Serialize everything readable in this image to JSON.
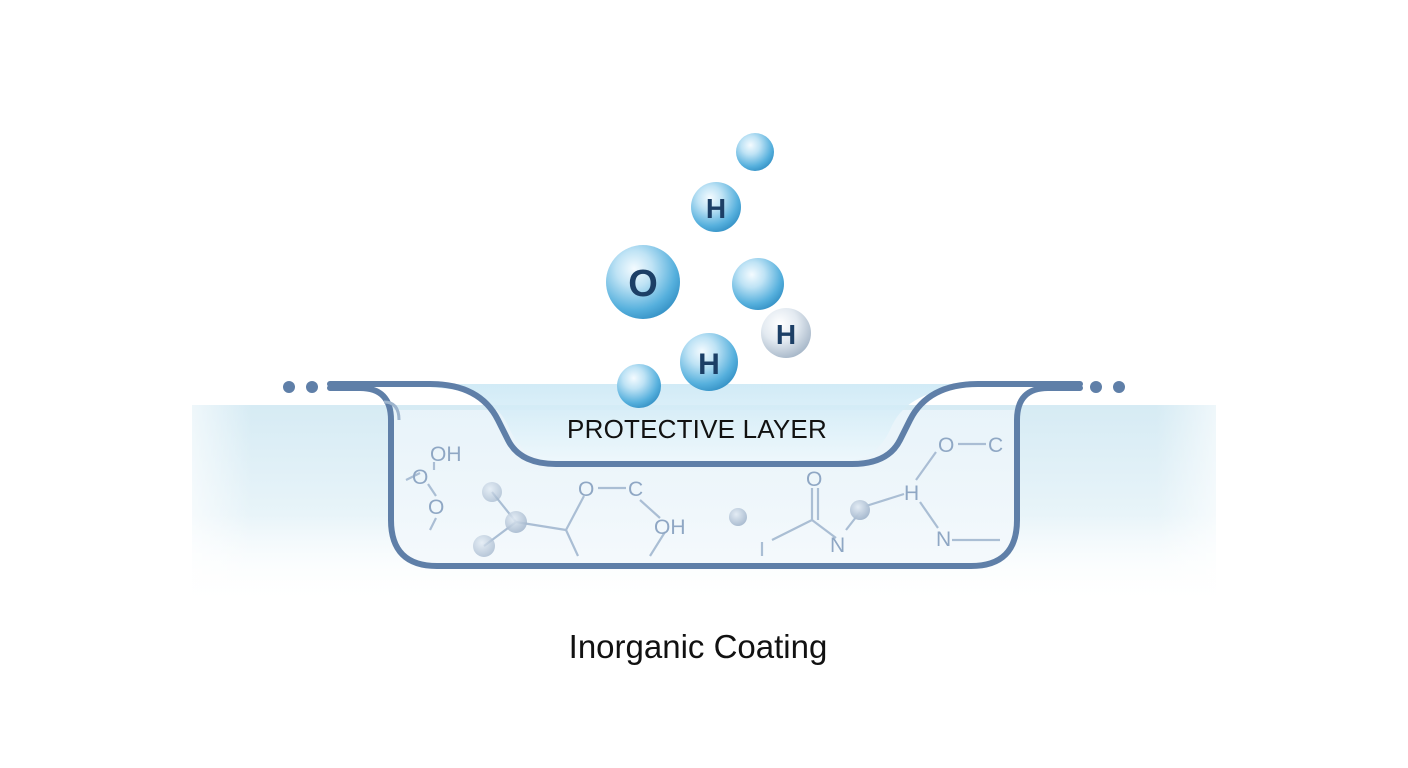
{
  "labels": {
    "layer": "PROTECTIVE LAYER",
    "caption": "Inorganic Coating"
  },
  "molecules": {
    "oxygen": "O",
    "hydrogen_top": "H",
    "hydrogen_right": "H",
    "hydrogen_bottom": "H"
  },
  "chemistry": {
    "oh_left": "OH",
    "o_left_1": "O",
    "o_left_2": "O",
    "o_mid": "O",
    "c_mid": "C",
    "oh_mid": "OH",
    "o_carbonyl": "O",
    "n_mid": "N",
    "h_bond": "H",
    "n_right": "N",
    "o_right": "O",
    "c_right": "C"
  },
  "colors": {
    "channel_stroke": "#5f7fa8",
    "bubble_blue": "#4aa9d9",
    "bubble_grey": "#b9c7d6",
    "atom_text": "#1c3f66",
    "substrate": "#dceef6"
  }
}
